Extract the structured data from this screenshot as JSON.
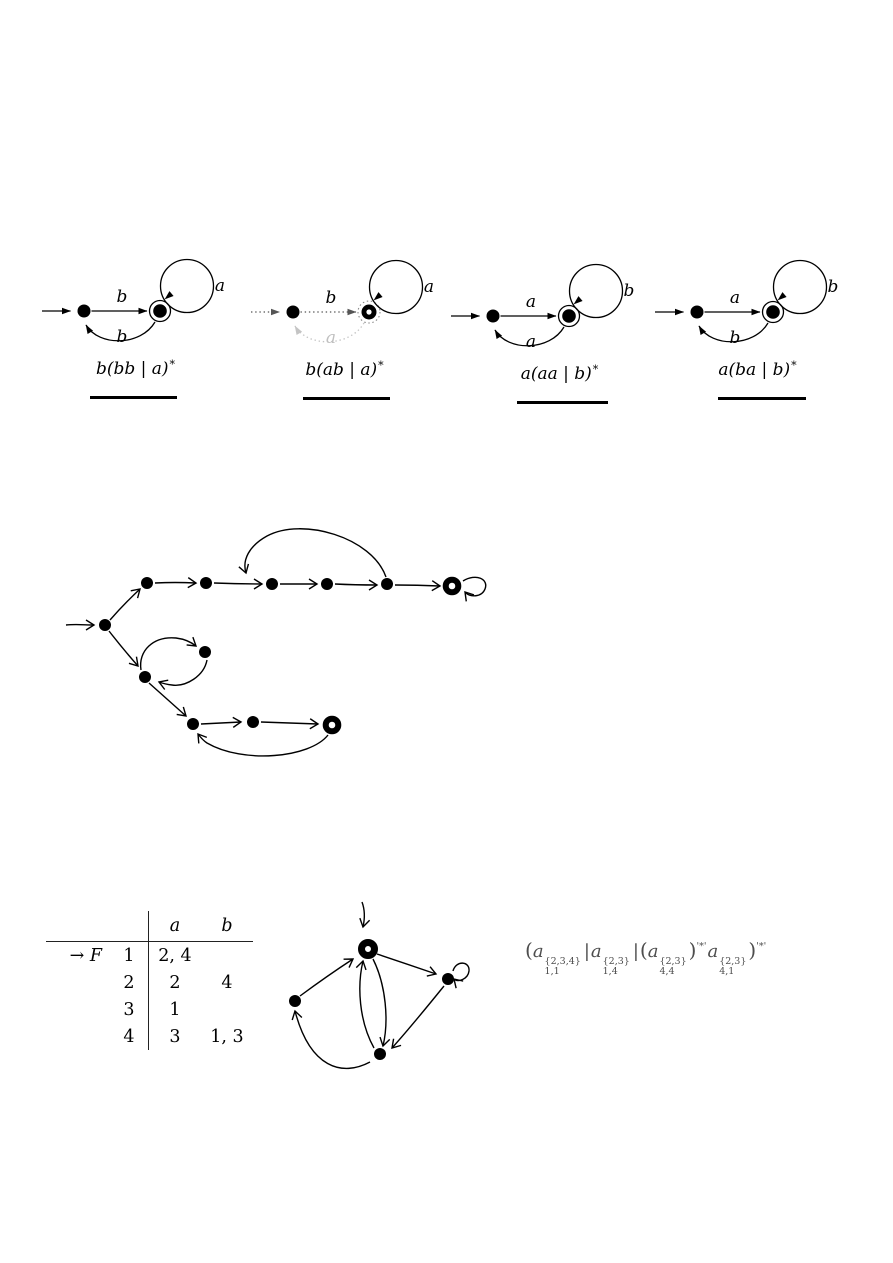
{
  "colors": {
    "ink": "#000000",
    "dotted_edge": "#555555",
    "faint_edge": "#c4c4c4",
    "formula_text": "#4d4d4d",
    "background": "#ffffff"
  },
  "options": [
    {
      "top_label": "b",
      "loop_label": "a",
      "return_label": "b",
      "regex": "b(bb | a)",
      "star": "*"
    },
    {
      "top_label": "b",
      "loop_label": "a",
      "return_label": "a",
      "regex": "b(ab | a)",
      "star": "*"
    },
    {
      "top_label": "a",
      "loop_label": "b",
      "return_label": "a",
      "regex": "a(aa | b)",
      "star": "*"
    },
    {
      "top_label": "a",
      "loop_label": "b",
      "return_label": "b",
      "regex": "a(ba | b)",
      "star": "*"
    }
  ],
  "transition_table": {
    "headers": {
      "a": "a",
      "b": "b"
    },
    "rows": [
      {
        "marker": "→ F",
        "state": "1",
        "on_a": "2, 4",
        "on_b": ""
      },
      {
        "marker": "",
        "state": "2",
        "on_a": "2",
        "on_b": "4"
      },
      {
        "marker": "",
        "state": "3",
        "on_a": "1",
        "on_b": ""
      },
      {
        "marker": "",
        "state": "4",
        "on_a": "3",
        "on_b": "1, 3"
      }
    ]
  },
  "formula": {
    "lparen": "(",
    "rparen": ")",
    "alt": "|",
    "star": "'*'",
    "atoms": [
      {
        "base": "a",
        "sup": "{2,3,4}",
        "sub": "1,1"
      },
      {
        "base": "a",
        "sup": "{2,3}",
        "sub": "1,4"
      },
      {
        "base": "a",
        "sup": "{2,3}",
        "sub": "4,4"
      },
      {
        "base": "a",
        "sup": "{2,3}",
        "sub": "4,1"
      }
    ]
  }
}
